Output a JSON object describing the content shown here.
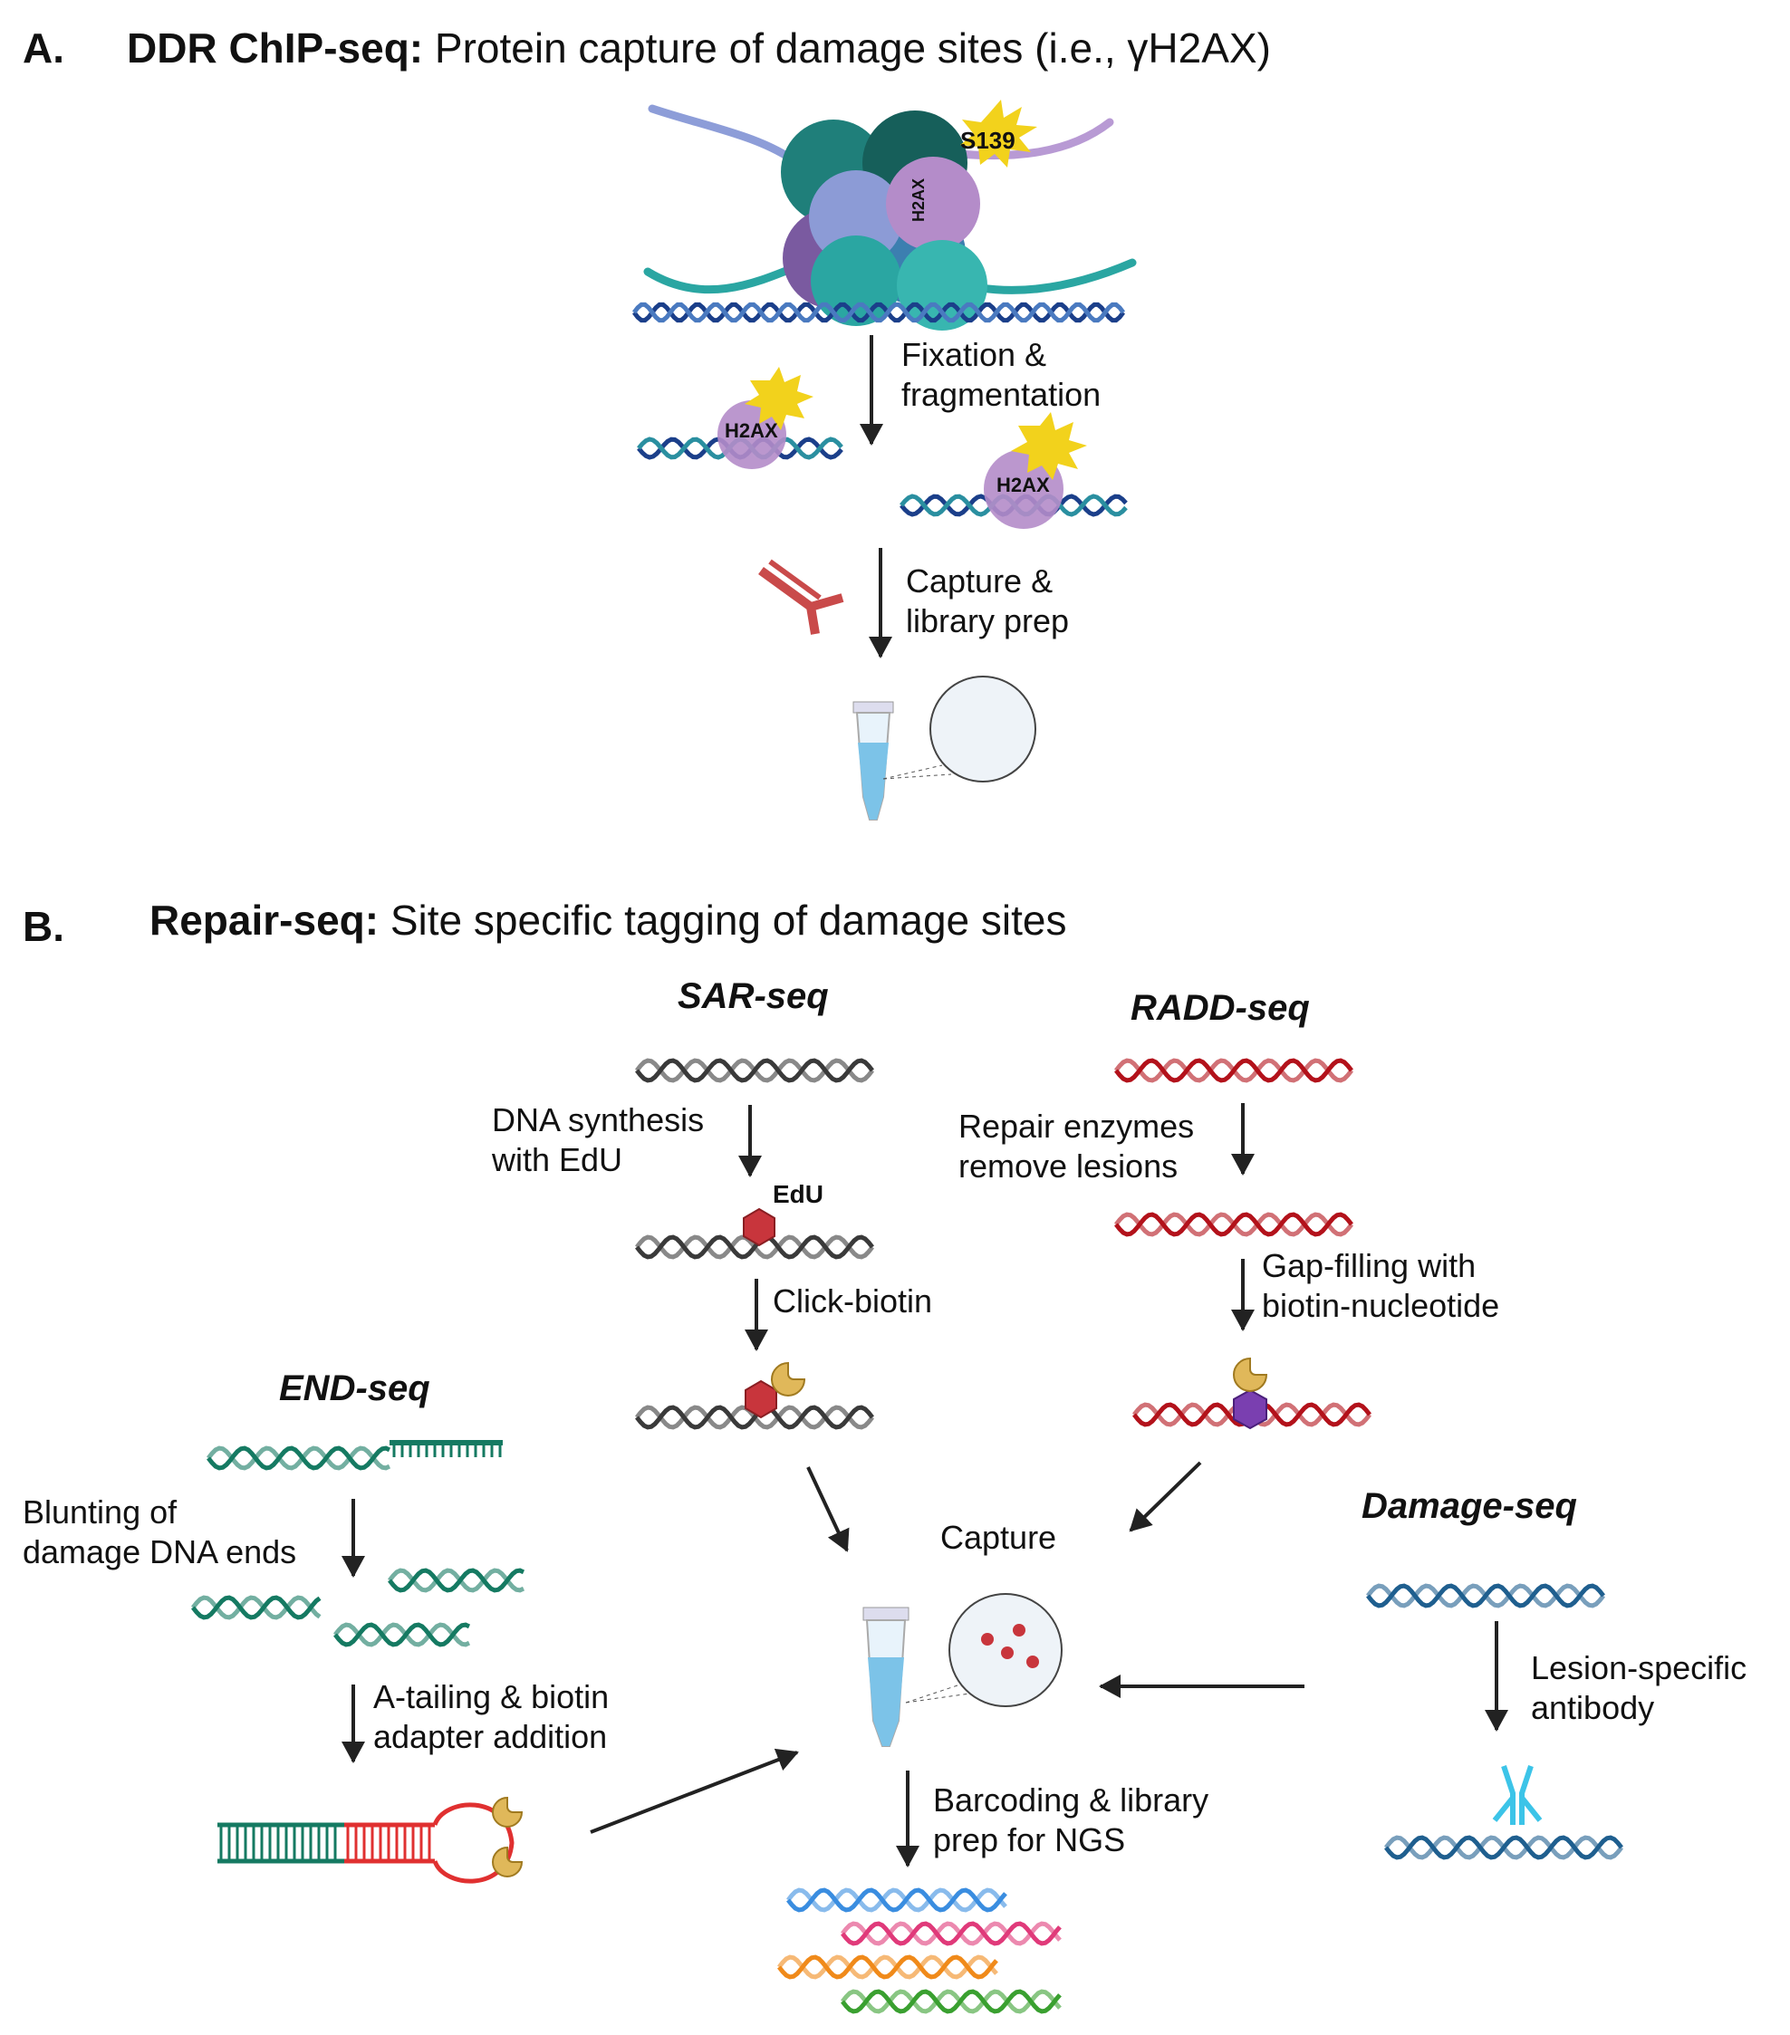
{
  "panelA": {
    "letter": "A.",
    "title_bold": "DDR ChIP-seq:",
    "title_rest": " Protein capture of damage sites (i.e., γH2AX)",
    "phospho_label": "S139",
    "histone_label": "H2AX",
    "step1_line1": "Fixation &",
    "step1_line2": "fragmentation",
    "step2_line1": "Capture &",
    "step2_line2": "library prep"
  },
  "panelB": {
    "letter": "B.",
    "title_bold": "Repair-seq:",
    "title_rest": " Site specific tagging of damage sites",
    "sar": {
      "name": "SAR-seq",
      "step1_line1": "DNA synthesis",
      "step1_line2": "with EdU",
      "edu_label": "EdU",
      "step2": "Click-biotin"
    },
    "radd": {
      "name": "RADD-seq",
      "step1_line1": "Repair enzymes",
      "step1_line2": "remove lesions",
      "step2_line1": "Gap-filling with",
      "step2_line2": "biotin-nucleotide"
    },
    "end": {
      "name": "END-seq",
      "step1_line1": "Blunting of",
      "step1_line2": "damage DNA ends",
      "step2_line1": "A-tailing & biotin",
      "step2_line2": "adapter addition"
    },
    "damage": {
      "name": "Damage-seq",
      "step1_line1": "Lesion-specific",
      "step1_line2": "antibody"
    },
    "capture_label": "Capture",
    "final_line1": "Barcoding & library",
    "final_line2": "prep for NGS"
  },
  "colors": {
    "arrow": "#222222",
    "sar_dna": "#3a3a3a",
    "radd_dna": "#b3121b",
    "end_dna": "#157a62",
    "damage_dna": "#1f5f8f",
    "chip_dna": "#1b3f8a",
    "edu": "#c8353c",
    "biotin_nt": "#7a3fb0",
    "streptavidin": "#e0b85a",
    "antibody_cyan": "#3cc4e8",
    "antibody_red": "#c94a4a",
    "yellow_burst": "#f2d21c",
    "histone_purple": "#b48cc9",
    "histone_teal": "#1f8f8c",
    "histone_blue": "#8c9bd6"
  }
}
